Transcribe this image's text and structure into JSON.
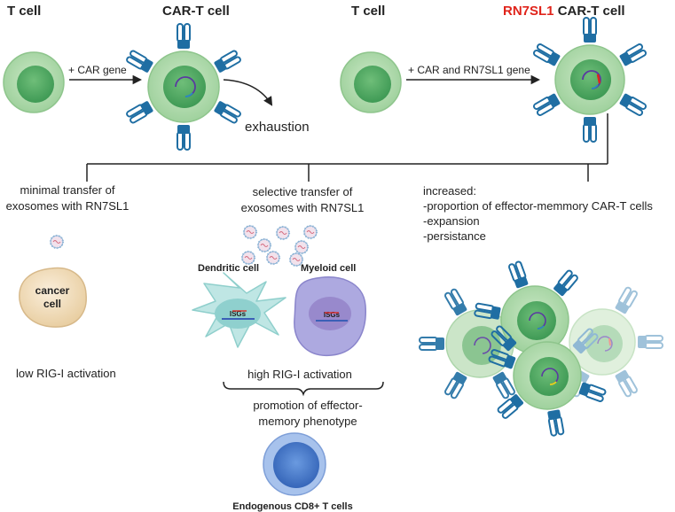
{
  "top": {
    "tcell_left": "T cell",
    "cart_title": "CAR-T cell",
    "tcell_right": "T cell",
    "rn7_prefix": "RN7SL1",
    "rn7_suffix": " CAR-T cell",
    "car_gene": "+ CAR gene",
    "car_rn7_gene": "+ CAR and RN7SL1 gene",
    "exhaustion": "exhaustion"
  },
  "left_branch": {
    "line1": "minimal transfer of",
    "line2": "exosomes with RN7SL1",
    "cancer_line1": "cancer",
    "cancer_line2": "cell",
    "activation": "low RIG-I activation"
  },
  "middle_branch": {
    "line1": "selective transfer of",
    "line2": "exosomes with RN7SL1",
    "dendritic": "Dendritic cell",
    "myeloid": "Myeloid cell",
    "isgs_1": "ISGs",
    "isgs_2": "ISGs",
    "activation": "high RIG-I activation",
    "promo1": "promotion of effector-",
    "promo2": "memory phenotype",
    "cd8": "Endogenous CD8+ T cells"
  },
  "right_branch": {
    "head": "increased:",
    "item1": "-proportion of effector-memmory CAR-T cells",
    "item2": "-expansion",
    "item3": "-persistance"
  },
  "colors": {
    "tcell_outer": "#a9d7a8",
    "tcell_inner": "#3f9d54",
    "receptor": "#1f6ea3",
    "rn7_red": "#e0241b",
    "dendritic": "#b8e3e2",
    "myeloid": "#a9a6dc",
    "cd8": "#3c70c4",
    "cancer": "#f3dfc0"
  }
}
